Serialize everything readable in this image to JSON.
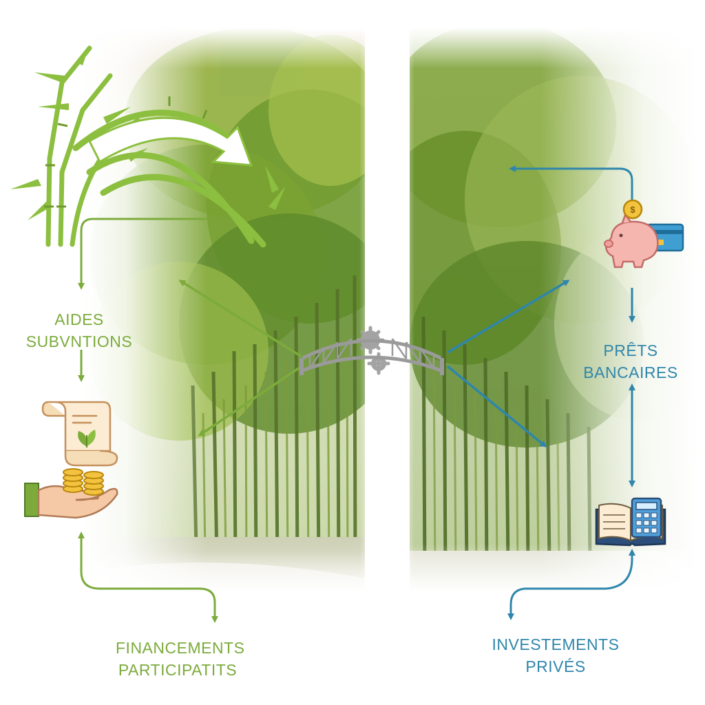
{
  "labels": {
    "aides": "AIDES SUBVNTIONS",
    "financements_line1": "FINANCEMENTS",
    "financements_line2": "PARTICIPATITS",
    "prets": "PRÊTS BANCAIRES",
    "investements_line1": "INVESTEMENTS",
    "investements_line2": "PRIVÉS"
  },
  "colors": {
    "green_accent": "#7cab3c",
    "blue_accent": "#2f86ab",
    "bamboo_green": "#8cbf3f",
    "bridge_gray": "#a3a3a3",
    "piggy_pink": "#f6b6b0",
    "coin_gold": "#f3c340"
  },
  "icons": {
    "top_left": "bamboo-arch-icon",
    "mid_left": "grant-scroll-hand-coins-icon",
    "center": "bridge-gears-icon",
    "top_right": "piggy-bank-card-coin-icon",
    "bottom_right": "ledger-calculator-icon"
  }
}
